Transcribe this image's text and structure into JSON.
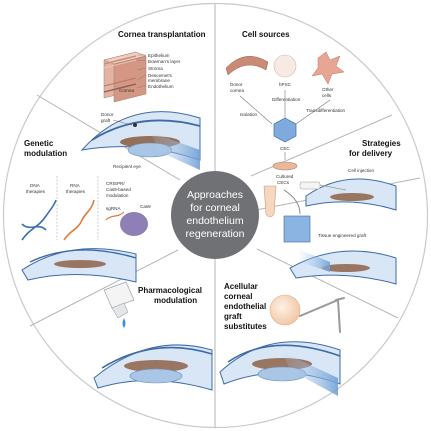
{
  "center": {
    "line1": "Approaches",
    "line2": "for corneal",
    "line3": "endothelium",
    "line4": "regeneration"
  },
  "sections": {
    "cornea_transplantation": {
      "title": "Cornea transplantation",
      "layers": [
        "Epithelium",
        "Bowman's layer",
        "Stroma",
        "Descemet's",
        "membrane",
        "Endothelium"
      ],
      "cornea_label": "Cornea",
      "donor_graft": [
        "Donor",
        "graft"
      ],
      "recipient_eye": "Recipient eye"
    },
    "cell_sources": {
      "title": "Cell sources",
      "donor_cornea": [
        "Donor",
        "cornea"
      ],
      "hpsc": "hPSC",
      "other_cells": [
        "Other",
        "cells"
      ],
      "isolation": "Isolation",
      "differentiation": "Differentiation",
      "transdifferentiation": "Transdifferentiation",
      "cec": "CEC",
      "cultured_cecs": [
        "Cultured",
        "CECs"
      ]
    },
    "strategies_delivery": {
      "title": [
        "Strategies",
        "for delivery"
      ],
      "cell_injection": "Cell injection",
      "tissue_graft": "Tissue engineered graft"
    },
    "acellular": {
      "title": [
        "Acellular",
        "corneal",
        "endothelial",
        "graft",
        "substitutes"
      ]
    },
    "pharmacological": {
      "title": [
        "Pharmacological",
        "modulation"
      ]
    },
    "genetic_modulation": {
      "title": [
        "Genetic",
        "modulation"
      ],
      "dna": [
        "DNA",
        "therapies"
      ],
      "rna": [
        "RNA",
        "therapies"
      ],
      "crispr": [
        "CRISPR/",
        "Cas9-based",
        "modulation"
      ],
      "sgrna": "sgRNA",
      "cas9": "Cas9"
    }
  },
  "colors": {
    "center_fill": "#707174",
    "divider": "#b5b5b5",
    "eye_blue": "#3e6ba8",
    "lens_blue": "#a9c6e6",
    "iris_brown": "#8a5a3c",
    "tissue_pink": "#d9a28f",
    "dna_blue": "#3a6fb0",
    "rna_orange": "#e07a3a",
    "cas9_purple": "#7a6aa8"
  }
}
